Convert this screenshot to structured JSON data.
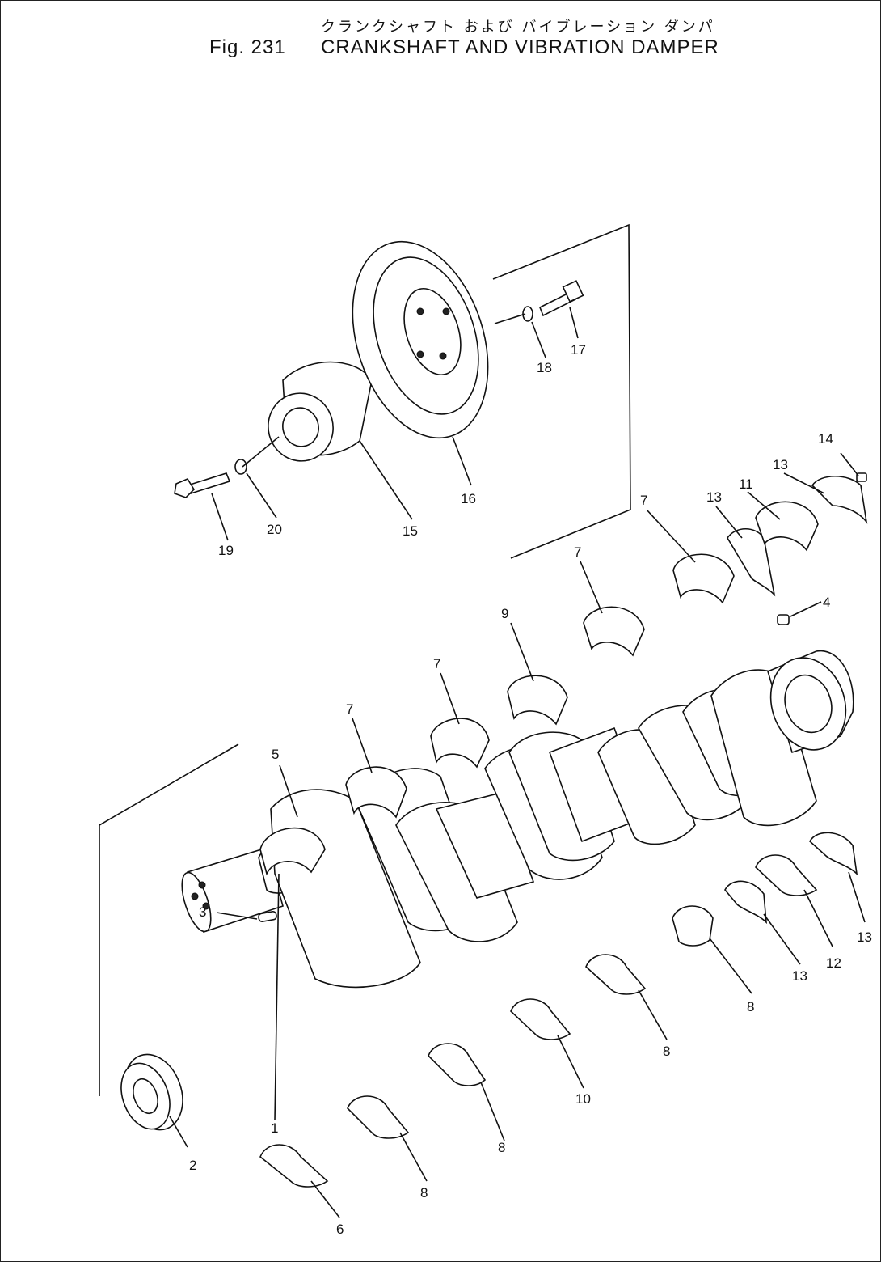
{
  "title": {
    "japanese": "クランクシャフト および バイブレーション ダンパ",
    "figure": "Fig. 231",
    "name": "CRANKSHAFT AND VIBRATION DAMPER"
  },
  "callouts": [
    {
      "id": "c1",
      "text": "1"
    },
    {
      "id": "c2",
      "text": "2"
    },
    {
      "id": "c3",
      "text": "3"
    },
    {
      "id": "c4",
      "text": "4"
    },
    {
      "id": "c5",
      "text": "5"
    },
    {
      "id": "c6",
      "text": "6"
    },
    {
      "id": "c7a",
      "text": "7"
    },
    {
      "id": "c7b",
      "text": "7"
    },
    {
      "id": "c7c",
      "text": "7"
    },
    {
      "id": "c7d",
      "text": "7"
    },
    {
      "id": "c8a",
      "text": "8"
    },
    {
      "id": "c8b",
      "text": "8"
    },
    {
      "id": "c8c",
      "text": "8"
    },
    {
      "id": "c8d",
      "text": "8"
    },
    {
      "id": "c9",
      "text": "9"
    },
    {
      "id": "c10",
      "text": "10"
    },
    {
      "id": "c11",
      "text": "11"
    },
    {
      "id": "c12",
      "text": "12"
    },
    {
      "id": "c13a",
      "text": "13"
    },
    {
      "id": "c13b",
      "text": "13"
    },
    {
      "id": "c13c",
      "text": "13"
    },
    {
      "id": "c13d",
      "text": "13"
    },
    {
      "id": "c14",
      "text": "14"
    },
    {
      "id": "c15",
      "text": "15"
    },
    {
      "id": "c16",
      "text": "16"
    },
    {
      "id": "c17",
      "text": "17"
    },
    {
      "id": "c18",
      "text": "18"
    },
    {
      "id": "c19",
      "text": "19"
    },
    {
      "id": "c20",
      "text": "20"
    }
  ]
}
